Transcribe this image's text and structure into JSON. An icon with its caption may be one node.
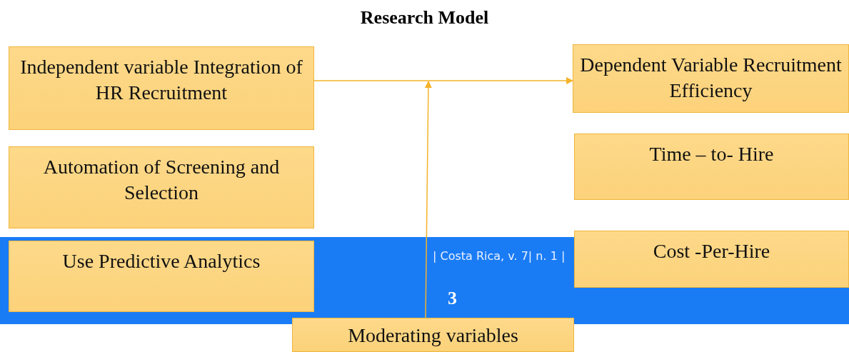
{
  "diagram": {
    "title": "Research Model",
    "nodes": [
      {
        "text": [
          "Independent variable Integration of HR Recruitment"
        ]
      },
      {
        "text": [
          "Dependent Variable Recruitment Efficiency"
        ]
      },
      {
        "text": [
          "Automation of Screening and Selection"
        ]
      },
      {
        "text": [
          "Time – to- Hire"
        ]
      },
      {
        "text": [
          "Use Predictive Analytics"
        ]
      },
      {
        "text": [
          "Cost -Per-Hire"
        ]
      },
      {
        "text": [
          "Moderating variables"
        ]
      }
    ],
    "edges": [
      {
        "from": 0,
        "to": 1,
        "arrow": "to"
      },
      {
        "from": 6,
        "to": null,
        "arrow": "to"
      }
    ],
    "labels": [
      "| Costa Rica, v. 7| n. 1 |",
      "3"
    ]
  }
}
